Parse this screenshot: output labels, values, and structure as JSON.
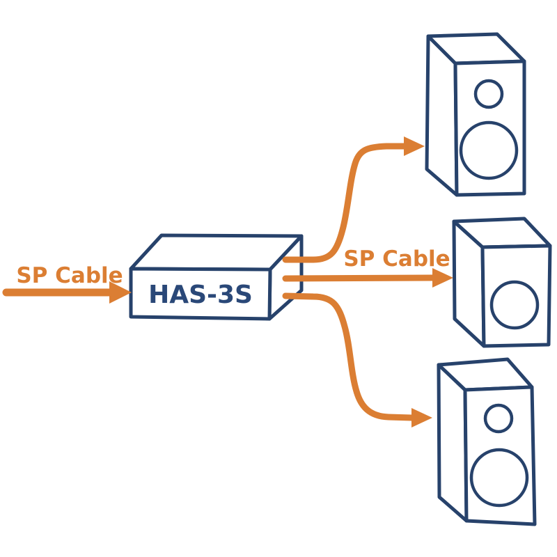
{
  "diagram": {
    "device_label": "HAS-3S",
    "input_label": "SP Cable",
    "output_label": "SP Cable",
    "speaker_count": 3,
    "nodes": {
      "input": "SP Cable input",
      "device": "HAS-3S speaker splitter",
      "outputs": [
        "speaker-top",
        "speaker-middle",
        "speaker-bottom"
      ]
    },
    "colors": {
      "cable": "#DB7E33",
      "outline": "#27426B",
      "device_text": "#2A4878",
      "background": "#FFFFFF"
    }
  }
}
